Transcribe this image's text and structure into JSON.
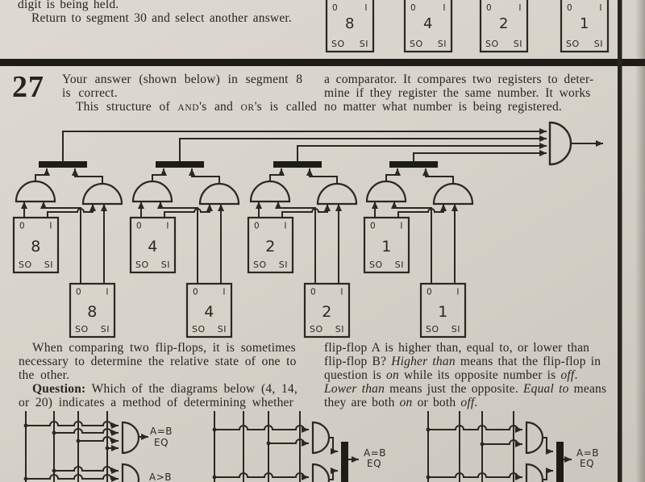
{
  "colors": {
    "paper": "#d7d3ca",
    "ink": "#2a2822",
    "bar": "#1d1c17"
  },
  "flipflop": {
    "tl": "0",
    "tr": "I",
    "bl": "SO",
    "br": "SI"
  },
  "top_section": {
    "lines": [
      {
        "segs": [
          {
            "t": "digit is being held."
          }
        ]
      },
      {
        "ind": true,
        "segs": [
          {
            "t": "Return to segment 30 and select another answer."
          }
        ]
      }
    ],
    "registers": [
      "8",
      "4",
      "2",
      "1"
    ]
  },
  "segment27": {
    "number": "27",
    "intro_left": [
      {
        "segs": [
          {
            "t": "Your answer (shown below) in segment 8"
          }
        ]
      },
      {
        "segs": [
          {
            "t": "is correct."
          }
        ]
      },
      {
        "ind": true,
        "segs": [
          {
            "t": "This structure of "
          },
          {
            "t": "AND",
            "sc": true
          },
          {
            "t": "'s and "
          },
          {
            "t": "OR",
            "sc": true
          },
          {
            "t": "'s is called"
          }
        ]
      }
    ],
    "intro_right": [
      {
        "segs": [
          {
            "t": "a comparator.  It compares two registers to deter-"
          }
        ]
      },
      {
        "segs": [
          {
            "t": "mine if they register the same number.  It works"
          }
        ]
      },
      {
        "segs": [
          {
            "t": "no matter what number is being registered."
          }
        ]
      }
    ],
    "diagram": {
      "upper_registers": [
        "8",
        "4",
        "2",
        "1"
      ],
      "lower_registers": [
        "8",
        "4",
        "2",
        "1"
      ]
    },
    "question_left": [
      {
        "ind": true,
        "segs": [
          {
            "t": "When comparing two flip-flops, it is sometimes"
          }
        ]
      },
      {
        "segs": [
          {
            "t": "necessary to determine the relative state of one to"
          }
        ]
      },
      {
        "segs": [
          {
            "t": "the other."
          }
        ]
      },
      {
        "ind": true,
        "segs": [
          {
            "t": "Question:",
            "b": true
          },
          {
            "t": " Which of the diagrams below (4, 14,"
          }
        ]
      },
      {
        "segs": [
          {
            "t": "or 20) indicates a method of determining whether"
          }
        ]
      }
    ],
    "question_right": [
      {
        "segs": [
          {
            "t": "flip-flop A is higher than, equal to, or lower than"
          }
        ]
      },
      {
        "segs": [
          {
            "t": "flip-flop B?  "
          },
          {
            "t": "Higher than",
            "i": true
          },
          {
            "t": " means that the flip-flop in"
          }
        ]
      },
      {
        "segs": [
          {
            "t": "question is "
          },
          {
            "t": "on",
            "i": true
          },
          {
            "t": " while its opposite number is "
          },
          {
            "t": "off",
            "i": true
          },
          {
            "t": "."
          }
        ]
      },
      {
        "segs": [
          {
            "t": "Lower than",
            "i": true
          },
          {
            "t": " means just the opposite.  "
          },
          {
            "t": "Equal to",
            "i": true
          },
          {
            "t": " means"
          }
        ]
      },
      {
        "segs": [
          {
            "t": "they are both "
          },
          {
            "t": "on",
            "i": true
          },
          {
            "t": " or both "
          },
          {
            "t": "off",
            "i": true
          },
          {
            "t": "."
          }
        ]
      }
    ],
    "options": {
      "eq": "A=B",
      "eq_out": "EQ",
      "gt": "A>B"
    }
  }
}
